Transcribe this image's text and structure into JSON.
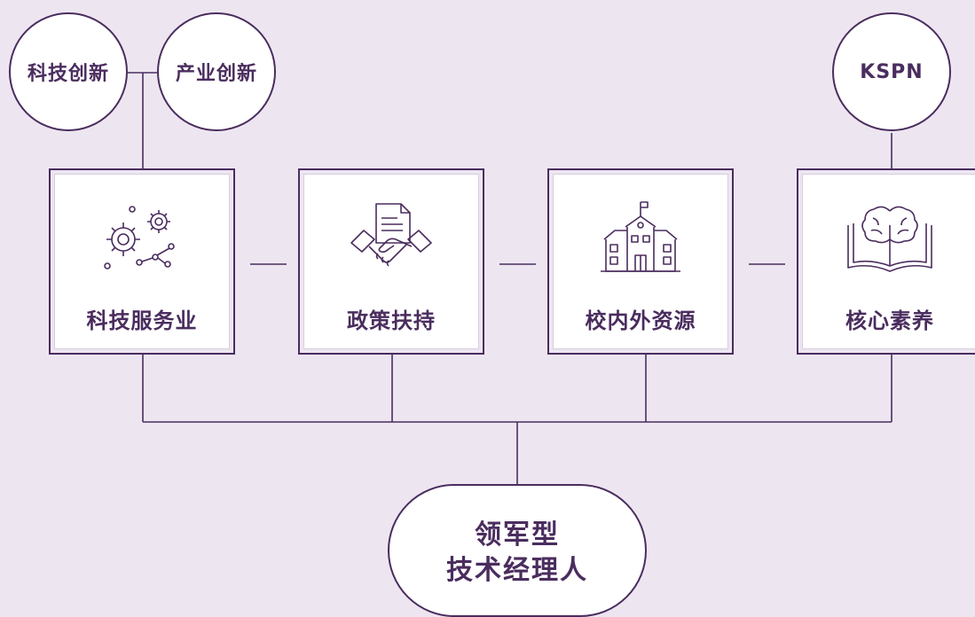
{
  "top_circles": {
    "tech_innovation": "科技创新",
    "industry_innovation": "产业创新",
    "kspn": "KSPN"
  },
  "boxes": [
    {
      "label": "科技服务业",
      "icon": "gears-network-icon"
    },
    {
      "label": "政策扶持",
      "icon": "handshake-document-icon"
    },
    {
      "label": "校内外资源",
      "icon": "school-building-icon"
    },
    {
      "label": "核心素养",
      "icon": "brain-book-icon"
    }
  ],
  "goal": {
    "line1": "领军型",
    "line2": "技术经理人"
  },
  "colors": {
    "background": "#ede6f1",
    "stroke": "#4a2d5e",
    "fill": "#ffffff"
  }
}
